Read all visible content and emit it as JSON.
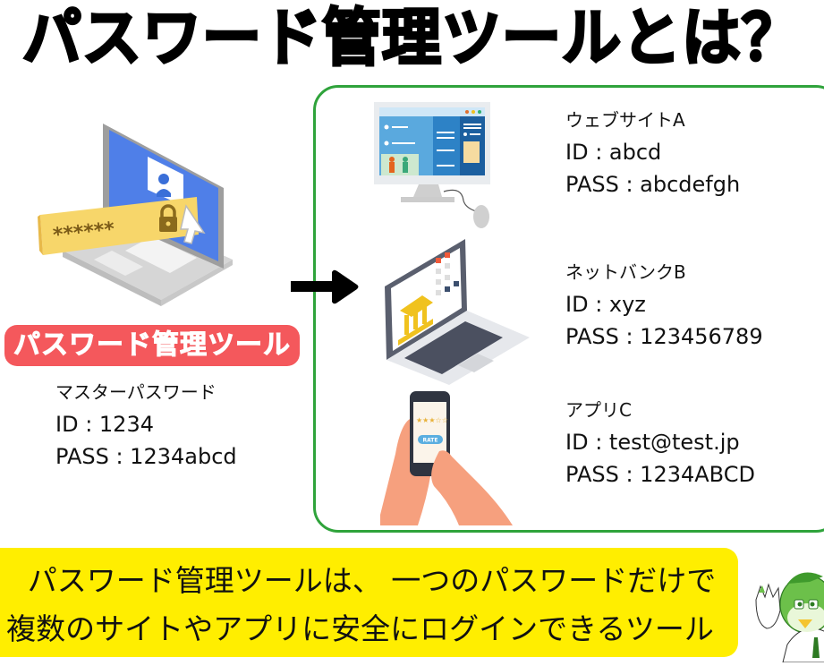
{
  "title": "パスワード管理ツールとは？",
  "colors": {
    "frame_green": "#2fa33b",
    "badge_red": "#f4585c",
    "callout_yellow": "#ffee00",
    "screen_blue": "#4f7fe8",
    "password_bar_yellow": "#f7d66a"
  },
  "left_panel": {
    "illustration_icon": "laptop-password-icon",
    "password_mask": "******",
    "badge_label": "パスワード管理ツール",
    "master": {
      "title": "マスターパスワード",
      "id_line": "ID : 1234",
      "pass_line": "PASS : 1234abcd"
    }
  },
  "arrow_icon": "right-arrow-icon",
  "accounts": [
    {
      "icon": "desktop-computer-icon",
      "title": "ウェブサイトA",
      "id_line": "ID : abcd",
      "pass_line": "PASS : abcdefgh"
    },
    {
      "icon": "laptop-bank-icon",
      "title": "ネットバンクB",
      "id_line": "ID : xyz",
      "pass_line": "PASS : 123456789"
    },
    {
      "icon": "smartphone-app-icon",
      "title": "アプリC",
      "id_line": "ID : test@test.jp",
      "pass_line": "PASS : 1234ABCD",
      "button_label": "RATE"
    }
  ],
  "callout": {
    "line1": "パスワード管理ツールは、 一つのパスワードだけで",
    "line2": "複数のサイトやアプリに安全にログインできるツール"
  },
  "mascot_icon": "green-bird-mascot-icon"
}
